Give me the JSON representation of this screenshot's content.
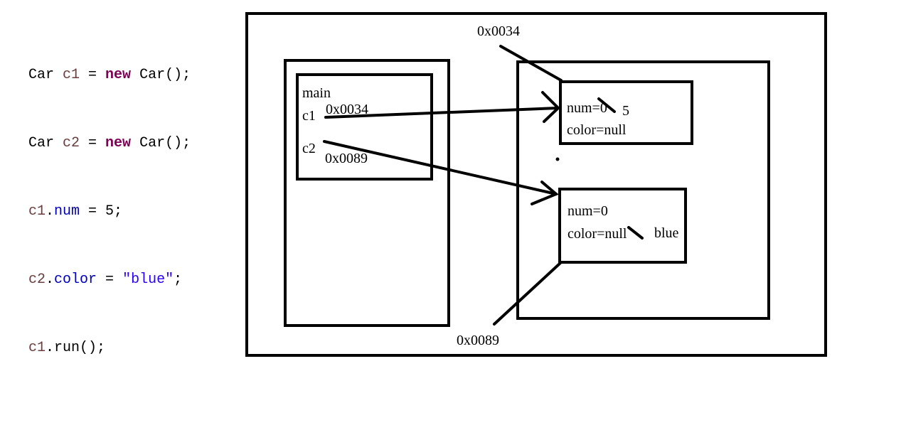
{
  "code": {
    "lines": [
      [
        {
          "t": "Car ",
          "c": ""
        },
        {
          "t": "c1",
          "c": "var"
        },
        {
          "t": " = ",
          "c": ""
        },
        {
          "t": "new",
          "c": "kw"
        },
        {
          "t": " Car();",
          "c": ""
        }
      ],
      [
        {
          "t": "Car ",
          "c": ""
        },
        {
          "t": "c2",
          "c": "var"
        },
        {
          "t": " = ",
          "c": ""
        },
        {
          "t": "new",
          "c": "kw"
        },
        {
          "t": " Car();",
          "c": ""
        }
      ],
      [
        {
          "t": "c1",
          "c": "var"
        },
        {
          "t": ".",
          "c": ""
        },
        {
          "t": "num",
          "c": "field"
        },
        {
          "t": " = 5;",
          "c": ""
        }
      ],
      [
        {
          "t": "c2",
          "c": "var"
        },
        {
          "t": ".",
          "c": ""
        },
        {
          "t": "color",
          "c": "field"
        },
        {
          "t": " = ",
          "c": ""
        },
        {
          "t": "\"blue\"",
          "c": "str"
        },
        {
          "t": ";",
          "c": ""
        }
      ],
      [
        {
          "t": "c1",
          "c": "var"
        },
        {
          "t": ".run();",
          "c": ""
        }
      ]
    ]
  },
  "stack": {
    "frame_label": "main",
    "c1_label": "c1",
    "c1_addr": "0x0034",
    "c2_label": "c2",
    "c2_addr": "0x0089"
  },
  "heap": {
    "obj1": {
      "addr": "0x0034",
      "num": "num=0",
      "num_new": "5",
      "color": "color=null"
    },
    "obj2": {
      "addr": "0x0089",
      "num": "num=0",
      "color": "color=null",
      "color_new": "blue"
    }
  }
}
